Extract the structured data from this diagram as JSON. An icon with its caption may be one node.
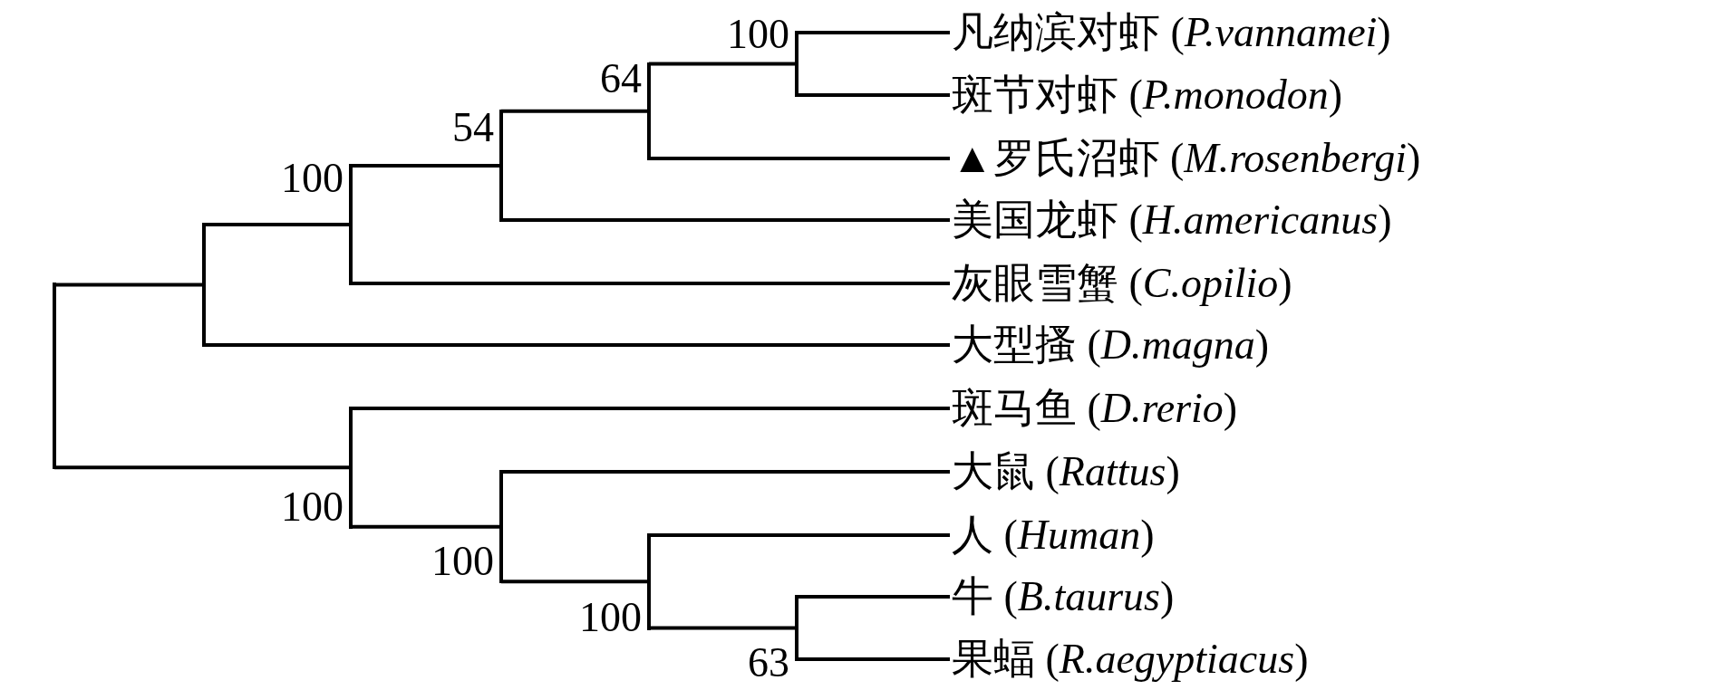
{
  "diagram": {
    "nodes": [
      {
        "text": [
          "凡纳滨对虾 (*P.vannamei*)"
        ]
      },
      {
        "text": [
          "斑节对虾 (*P.monodon*)"
        ]
      },
      {
        "text": [
          "▲罗氏沼虾 (*M.rosenbergi*)"
        ]
      },
      {
        "text": [
          "美国龙虾 (*H.americanus*)"
        ]
      },
      {
        "text": [
          "灰眼雪蟹 (*C.opilio*)"
        ]
      },
      {
        "text": [
          "大型搔 (*D.magna*)"
        ]
      },
      {
        "text": [
          "斑马鱼 (*D.rerio*)"
        ]
      },
      {
        "text": [
          "大鼠 (*Rattus*)"
        ]
      },
      {
        "text": [
          "人 (*Human*)"
        ]
      },
      {
        "text": [
          "牛 (*B.taurus*)"
        ]
      },
      {
        "text": [
          "果蝠 (*R.aegyptiacus*)"
        ]
      },
      {
        "text": [],
        "shape": "bar",
        "beside": [
          "100"
        ]
      },
      {
        "text": [],
        "shape": "bar",
        "beside": [
          "64"
        ]
      },
      {
        "text": [],
        "shape": "bar",
        "beside": [
          "54"
        ]
      },
      {
        "text": [],
        "shape": "bar",
        "beside": [
          "100"
        ]
      },
      {
        "text": [],
        "shape": "bar"
      },
      {
        "text": [],
        "shape": "bar"
      },
      {
        "text": [],
        "shape": "bar",
        "beside": [
          "100"
        ]
      },
      {
        "text": [],
        "shape": "bar",
        "beside": [
          "100"
        ]
      },
      {
        "text": [],
        "shape": "bar",
        "beside": [
          "100"
        ]
      },
      {
        "text": [],
        "shape": "bar",
        "beside": [
          "63"
        ]
      }
    ],
    "edges": [
      {
        "from": 15,
        "to": 16,
        "arrow": "none"
      },
      {
        "from": 15,
        "to": 17,
        "arrow": "none"
      },
      {
        "from": 16,
        "to": 14,
        "arrow": "none"
      },
      {
        "from": 16,
        "to": 5,
        "arrow": "none"
      },
      {
        "from": 14,
        "to": 13,
        "arrow": "none"
      },
      {
        "from": 14,
        "to": 4,
        "arrow": "none"
      },
      {
        "from": 13,
        "to": 12,
        "arrow": "none"
      },
      {
        "from": 13,
        "to": 3,
        "arrow": "none"
      },
      {
        "from": 12,
        "to": 11,
        "arrow": "none"
      },
      {
        "from": 12,
        "to": 2,
        "arrow": "none"
      },
      {
        "from": 11,
        "to": 0,
        "arrow": "none"
      },
      {
        "from": 11,
        "to": 1,
        "arrow": "none"
      },
      {
        "from": 17,
        "to": 6,
        "arrow": "none"
      },
      {
        "from": 17,
        "to": 18,
        "arrow": "none"
      },
      {
        "from": 18,
        "to": 7,
        "arrow": "none"
      },
      {
        "from": 18,
        "to": 19,
        "arrow": "none"
      },
      {
        "from": 19,
        "to": 8,
        "arrow": "none"
      },
      {
        "from": 19,
        "to": 20,
        "arrow": "none"
      },
      {
        "from": 20,
        "to": 9,
        "arrow": "none"
      },
      {
        "from": 20,
        "to": 10,
        "arrow": "none"
      }
    ]
  }
}
